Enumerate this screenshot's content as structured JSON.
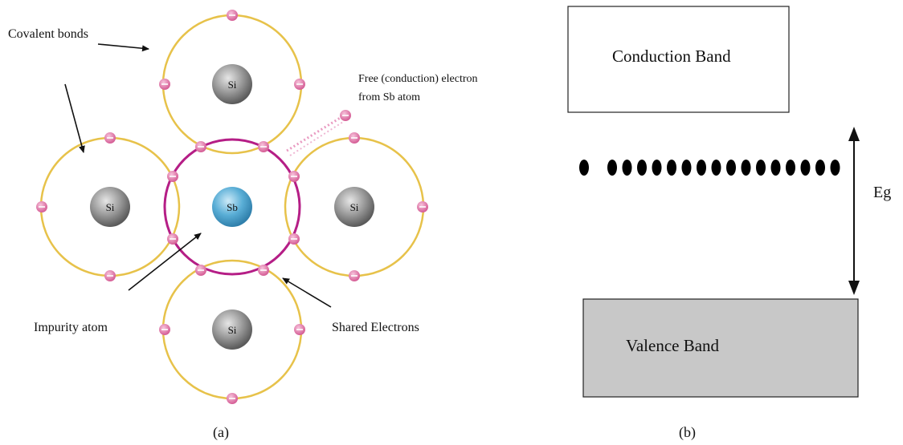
{
  "panel_a": {
    "caption": "(a)",
    "labels": {
      "covalent_bonds": "Covalent bonds",
      "free_electron_line1": "Free (conduction) electron",
      "free_electron_line2": "from Sb atom",
      "impurity_atom": "Impurity atom",
      "shared_electrons": "Shared Electrons"
    },
    "atoms": {
      "top": "Si",
      "left": "Si",
      "center": "Sb",
      "right": "Si",
      "bottom": "Si"
    },
    "colors": {
      "si_orbit": "#e7c24a",
      "sb_orbit": "#b51e86",
      "electron": "#e070a8",
      "si_atom": "#8a8a8a",
      "sb_atom": "#5aaed6"
    }
  },
  "panel_b": {
    "caption": "(b)",
    "conduction_band": "Conduction Band",
    "valence_band": "Valence Band",
    "gap_label": "Eg",
    "donor_level_dots": 17,
    "colors": {
      "valence_fill": "#c8c8c8"
    }
  }
}
